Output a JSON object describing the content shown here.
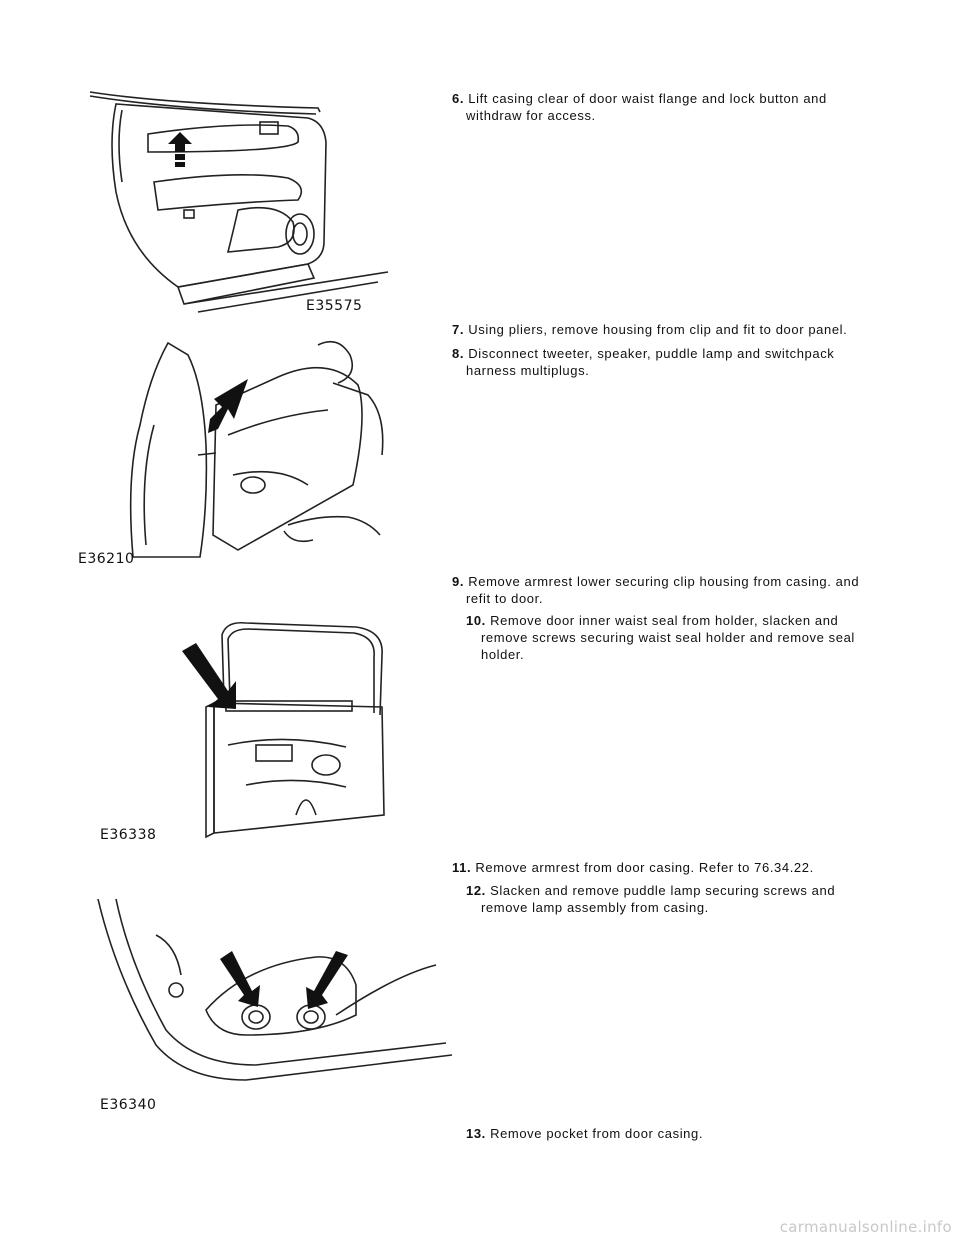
{
  "figures": [
    {
      "label": "E35575"
    },
    {
      "label": "E36210"
    },
    {
      "label": "E36338"
    },
    {
      "label": "E36340"
    }
  ],
  "steps": [
    {
      "num": "6.",
      "text": "Lift casing clear of door waist flange and lock button and withdraw for access."
    },
    {
      "num": "7.",
      "text": "Using pliers, remove housing from clip and fit to door panel."
    },
    {
      "num": "8.",
      "text": "Disconnect tweeter, speaker, puddle lamp and switchpack harness multiplugs."
    },
    {
      "num": "9.",
      "text": "Remove armrest lower securing clip housing from casing. and refit to door."
    },
    {
      "num": "10.",
      "text": "Remove door inner waist seal from holder, slacken and remove screws securing waist seal holder and remove seal holder."
    },
    {
      "num": "11.",
      "text": "Remove armrest from door casing. Refer to 76.34.22."
    },
    {
      "num": "12.",
      "text": "Slacken and remove puddle lamp securing screws and remove lamp assembly from casing."
    },
    {
      "num": "13.",
      "text": "Remove pocket from door casing."
    }
  ],
  "watermark": "carmanualsonline.info"
}
